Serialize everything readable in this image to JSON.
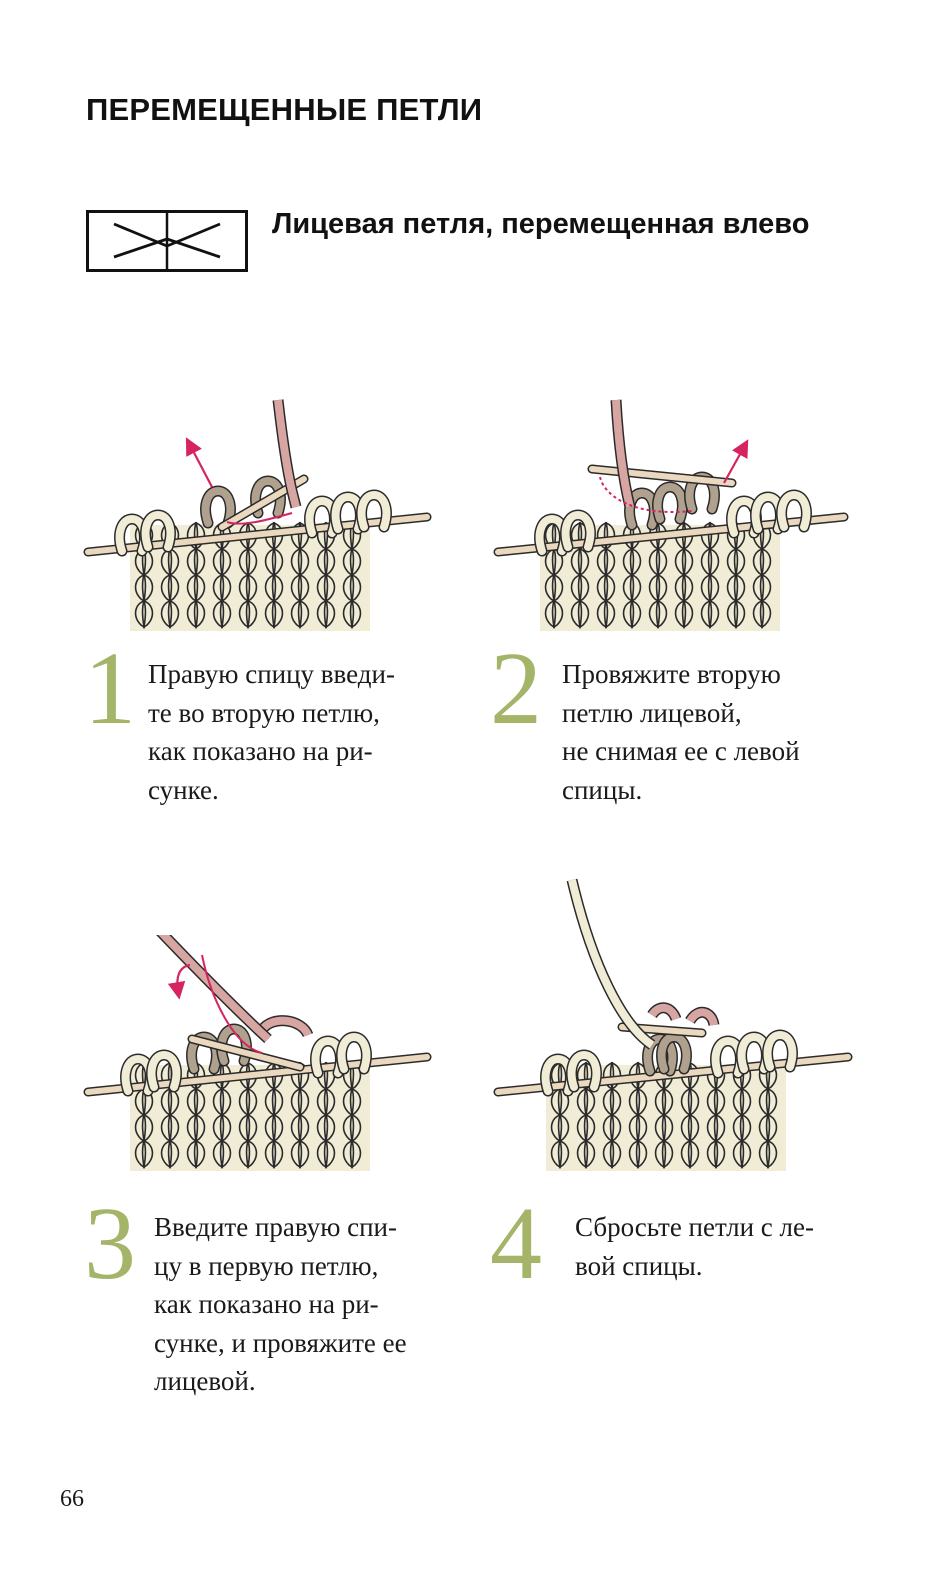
{
  "section_title": "ПЕРЕМЕЩЕННЫЕ ПЕТЛИ",
  "stitch_symbol": {
    "label": "Лицевая петля, перемещенная влево",
    "icon": "crossed-stitch-symbol-icon"
  },
  "colors": {
    "step_number": "#a4b468",
    "yarn": "#f1ecd6",
    "yarn_outline": "#2b2b2b",
    "needle": "#ead8bf",
    "moved_stitch": "#b0a08e",
    "working_yarn": "#d8a6a2",
    "arrow": "#d6245e"
  },
  "steps": [
    {
      "number": "1",
      "lines": [
        "Правую спицу введи-",
        "те во вторую петлю,",
        "как показано на ри-",
        "сунке."
      ],
      "illustration": "insert-needle-second-stitch-illustration"
    },
    {
      "number": "2",
      "lines": [
        "Провяжите вторую",
        "петлю лицевой,",
        "не снимая ее с левой",
        "спицы."
      ],
      "illustration": "knit-second-stitch-illustration"
    },
    {
      "number": "3",
      "lines": [
        "Введите правую спи-",
        "цу в первую петлю,",
        "как показано на ри-",
        "сунке, и провяжите ее",
        "лицевой."
      ],
      "illustration": "knit-first-stitch-illustration"
    },
    {
      "number": "4",
      "lines": [
        "Сбросьте петли с ле-",
        "вой спицы."
      ],
      "illustration": "drop-stitches-illustration"
    }
  ],
  "page_number": "66"
}
